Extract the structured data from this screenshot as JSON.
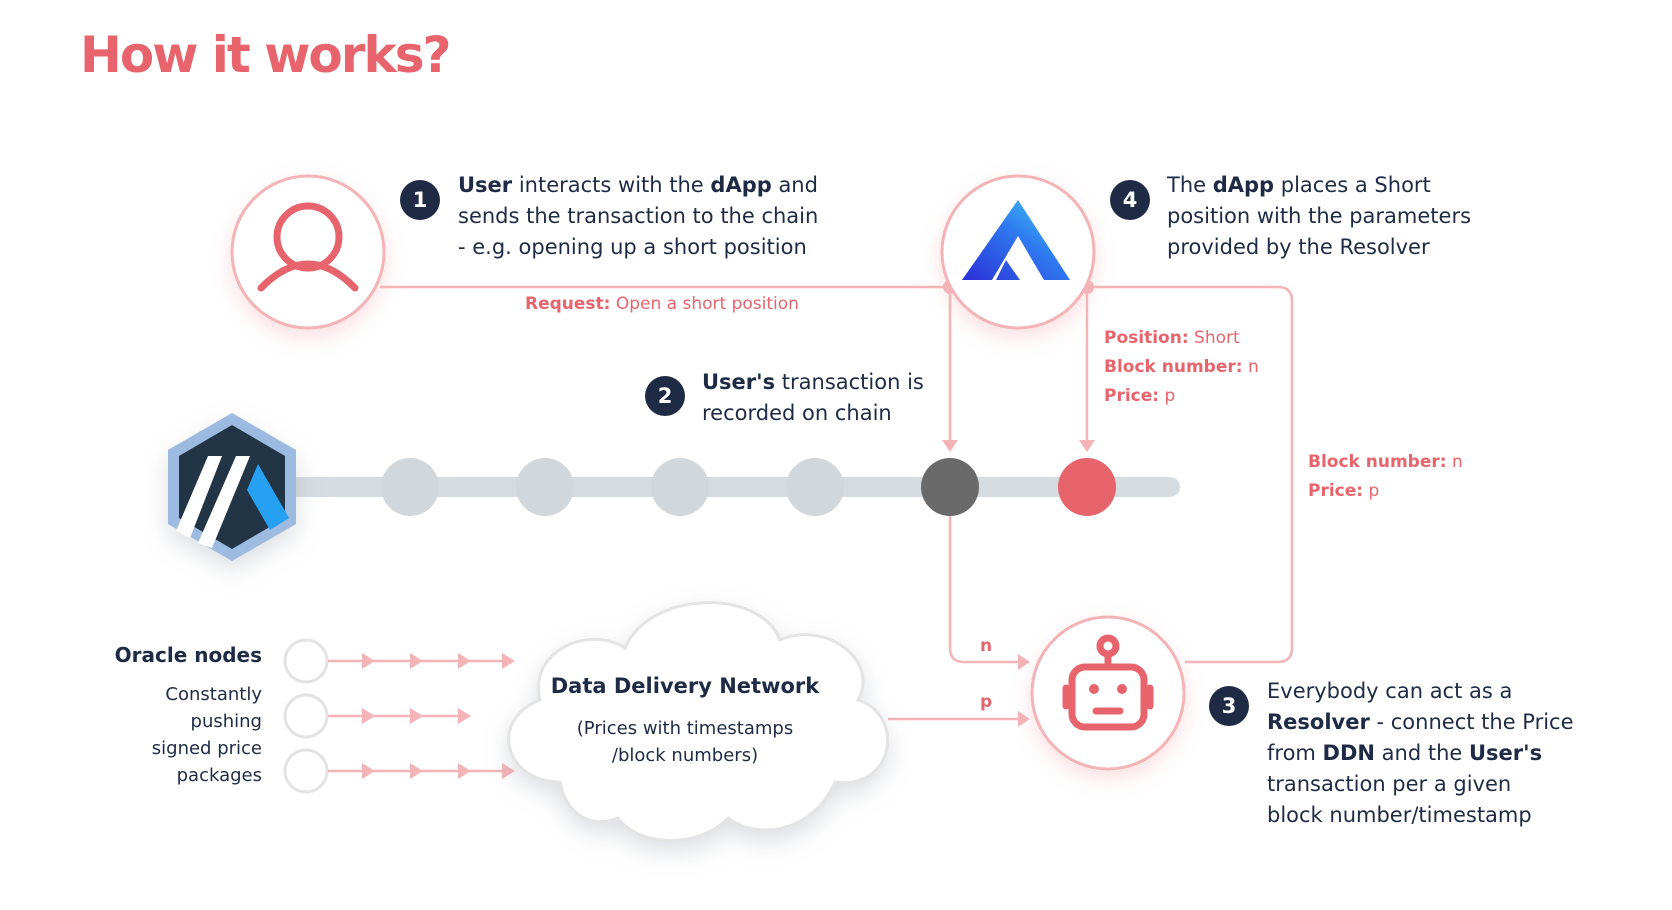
{
  "title": "How it works?",
  "steps": [
    {
      "num": "1",
      "lines": [
        [
          "**User**",
          " interacts with the ",
          "**dApp**",
          " and"
        ],
        [
          "sends the transaction to the chain"
        ],
        [
          "- e.g. opening up a short position"
        ]
      ]
    },
    {
      "num": "2",
      "lines": [
        [
          "**User's**",
          " transaction is"
        ],
        [
          "recorded on chain"
        ]
      ]
    },
    {
      "num": "3",
      "lines": [
        [
          "Everybody can act as a"
        ],
        [
          "**Resolver**",
          " - connect the Price"
        ],
        [
          "from ",
          "**DDN**",
          " and the ",
          "**User's**"
        ],
        [
          "transaction per a given"
        ],
        [
          "block number/timestamp"
        ]
      ]
    },
    {
      "num": "4",
      "lines": [
        [
          "The ",
          "**dApp**",
          " places a Short"
        ],
        [
          "position with the parameters"
        ],
        [
          "provided by the Resolver"
        ]
      ]
    }
  ],
  "request_label": {
    "key": "Request:",
    "value": "Open a short position"
  },
  "position_params": [
    {
      "key": "Position:",
      "value": "Short"
    },
    {
      "key": "Block number:",
      "value": "n"
    },
    {
      "key": "Price:",
      "value": "p"
    }
  ],
  "resolver_params": [
    {
      "key": "Block number:",
      "value": "n"
    },
    {
      "key": "Price:",
      "value": "p"
    }
  ],
  "oracle": {
    "title": "Oracle nodes",
    "desc_lines": [
      "Constantly",
      "pushing",
      "signed price",
      "packages"
    ]
  },
  "ddn": {
    "title": "Data Delivery Network",
    "sub_lines": [
      "(Prices with timestamps",
      "/block numbers)"
    ]
  },
  "edge_labels": {
    "n": "n",
    "p": "p"
  },
  "colors": {
    "accent": "#e8646c",
    "accent_light": "#f4b3b7",
    "navy": "#1f2a44",
    "chain_gray": "#d2d7dc",
    "block_dark": "#6a6a6a",
    "arbitrum_blue": "#28a0f0"
  },
  "icons": {
    "user": "user-icon",
    "dapp": "dapp-logo-icon",
    "chain": "arbitrum-logo-icon",
    "resolver": "robot-icon",
    "ddn": "cloud-icon"
  }
}
